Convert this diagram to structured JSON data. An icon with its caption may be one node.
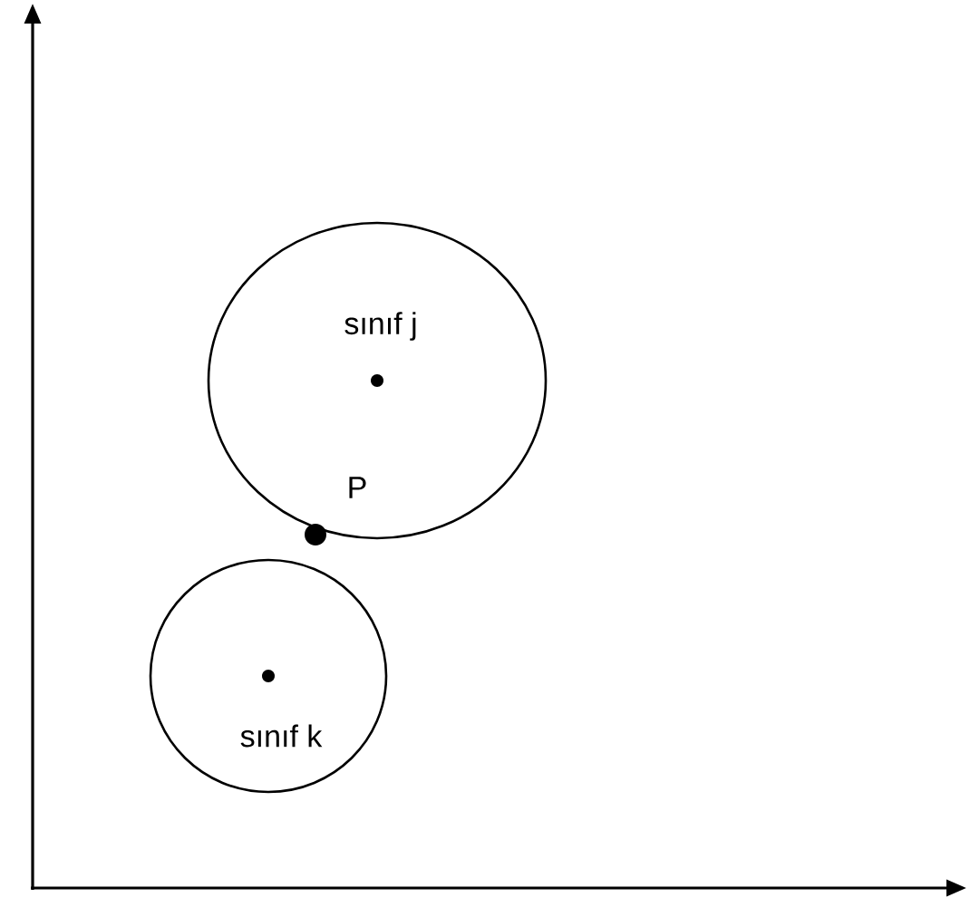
{
  "diagram": {
    "nodes": [
      {
        "text": [
          "sınıf j"
        ]
      },
      {
        "text": [
          "sınıf k"
        ]
      }
    ],
    "labels": [
      "P"
    ]
  }
}
